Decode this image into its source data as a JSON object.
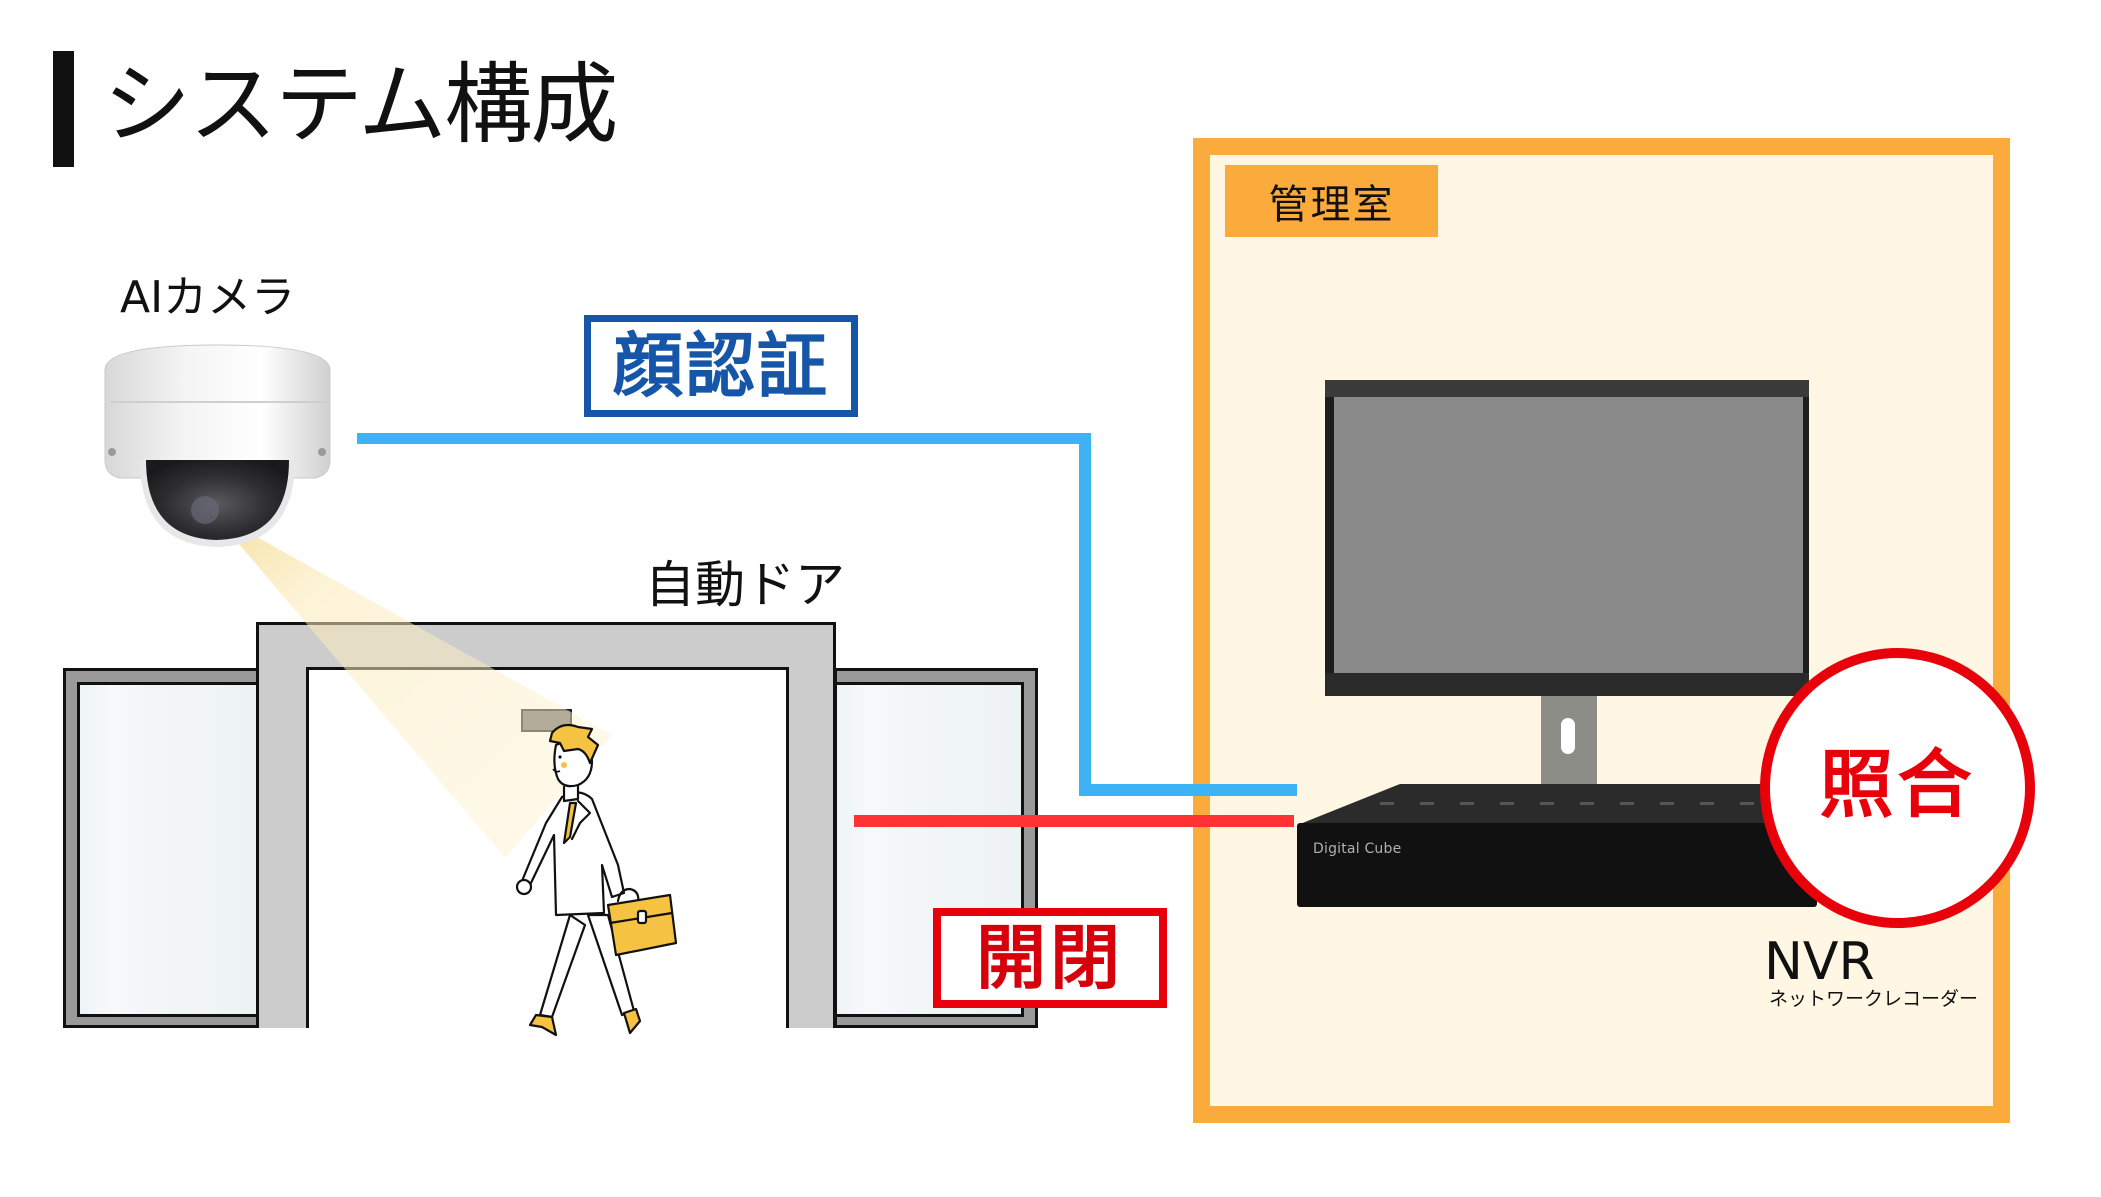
{
  "title": "システム構成",
  "camera": {
    "label": "AIカメラ",
    "icon": "dome-camera-icon"
  },
  "connections": {
    "face_auth": {
      "label": "顔認証",
      "color": "#3bb3f5",
      "label_color": "#1656a8"
    },
    "open_close": {
      "label": "開閉",
      "color": "#ff3333",
      "label_color": "#d6000c"
    }
  },
  "door": {
    "label": "自動ドア",
    "icon": "automatic-door-icon",
    "person_icon": "walking-businessman-icon"
  },
  "management_room": {
    "label": "管理室",
    "accent": "#fbaa3c",
    "background": "#fff7e3",
    "monitor_icon": "monitor-icon",
    "nvr": {
      "brand": "Digital Cube",
      "label": "NVR",
      "sublabel": "ネットワークレコーダー"
    },
    "match": {
      "label": "照合",
      "color": "#e8000b"
    }
  }
}
